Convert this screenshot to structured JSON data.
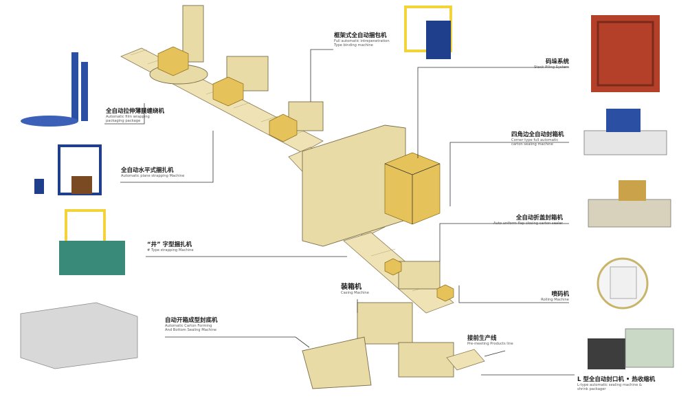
{
  "labels": {
    "film_wrap": {
      "cn": "全自动拉伸薄膜缠绕机",
      "en1": "Automatic film wrapping",
      "en2": "packaging package"
    },
    "horizontal_strap": {
      "cn": "全自动水平式捆扎机",
      "en1": "Automatic plane strapping Machine",
      "en2": ""
    },
    "frame_strap": {
      "cn": "框架式全自动捆包机",
      "en1": "Full automatic intrepenetration",
      "en2": "Type binding machine"
    },
    "stack": {
      "cn": "码垛系统",
      "en1": "Stack Piling System",
      "en2": ""
    },
    "corner_seal": {
      "cn": "四角边全自动封箱机",
      "en1": "Corner type full automatic",
      "en2": "carton sealing machine"
    },
    "fold_seal": {
      "cn": "全自动折盖封箱机",
      "en1": "Auto uniform flap closing carton sealer",
      "en2": ""
    },
    "well_strap": {
      "cn": "“井” 字型捆扎机",
      "en1": "# Type strapping Machine",
      "en2": ""
    },
    "coding": {
      "cn": "喷码机",
      "en1": "Rolling Machine",
      "en2": ""
    },
    "packing": {
      "cn": "装箱机",
      "en1": "Casing Machine",
      "en2": ""
    },
    "open_seal": {
      "cn": "自动开箱成型封底机",
      "en1": "Automatic Carton Forming",
      "en2": "And Bottom Sealing Machine"
    },
    "preline": {
      "cn": "接前生产线",
      "en1": "Pre-meeting Products line",
      "en2": ""
    },
    "l_seal": {
      "cn": "L 型全自动封口机 • 热收缩机",
      "en1": "L-type automatic sealing machine &",
      "en2": "shrink packager"
    }
  },
  "colors": {
    "machine": "#e8dba6",
    "carton": "#e6c25a",
    "wrap_blue": "#2a4fa3",
    "strap_yellow": "#f2d43a",
    "photo_red": "#b5402a"
  },
  "icons": [
    "film-wrap-machine-icon",
    "horizontal-strapping-machine-icon",
    "strapping-machine-icon",
    "carton-erector-icon",
    "frame-strapping-machine-icon",
    "stacking-system-photo",
    "corner-sealer-icon",
    "flap-sealer-icon",
    "inkjet-coder-icon",
    "l-sealer-shrink-icon"
  ]
}
